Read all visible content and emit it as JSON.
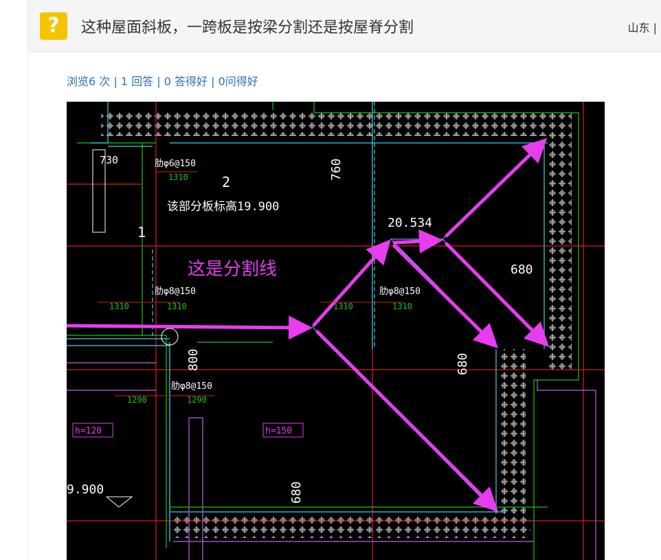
{
  "header": {
    "icon": "question-mark-icon",
    "icon_glyph": "?",
    "title": "这种屋面斜板，一跨板是按梁分割还是按屋脊分割",
    "location": "山东 |"
  },
  "stats": {
    "views": "浏览6 次",
    "answers": "1 回答",
    "good_answers": "0 答得好",
    "good_questions": "0问得好",
    "separator": "|"
  },
  "drawing": {
    "annotation": "这是分割线",
    "dims": {
      "d730": "730",
      "d760": "760",
      "d680a": "680",
      "d680b": "680",
      "d680c": "680",
      "d800": "800",
      "num2": "2",
      "num1": "1"
    },
    "level_note": "该部分板标高19.900",
    "elev_peak": "20.534",
    "elev_left": "9.900",
    "rebar1": "肋φ6@150",
    "rebar2": "肋φ8@150",
    "rebar3": "肋φ8@150",
    "rebar4": "肋φ8@150",
    "span1": "1310",
    "span2": "1310",
    "span3": "1310",
    "span4": "1310",
    "span5": "1310",
    "span6": "1290",
    "span7": "1290",
    "h120": "h=120",
    "h150": "h=150",
    "colors": {
      "background": "#000000",
      "wall_fill": "#9a9a9a",
      "beam_red": "#d81e1e",
      "beam_green": "#19c419",
      "cyan": "#37d6e6",
      "magenta": "#e040e8",
      "arrow": "#e83cf0"
    }
  }
}
